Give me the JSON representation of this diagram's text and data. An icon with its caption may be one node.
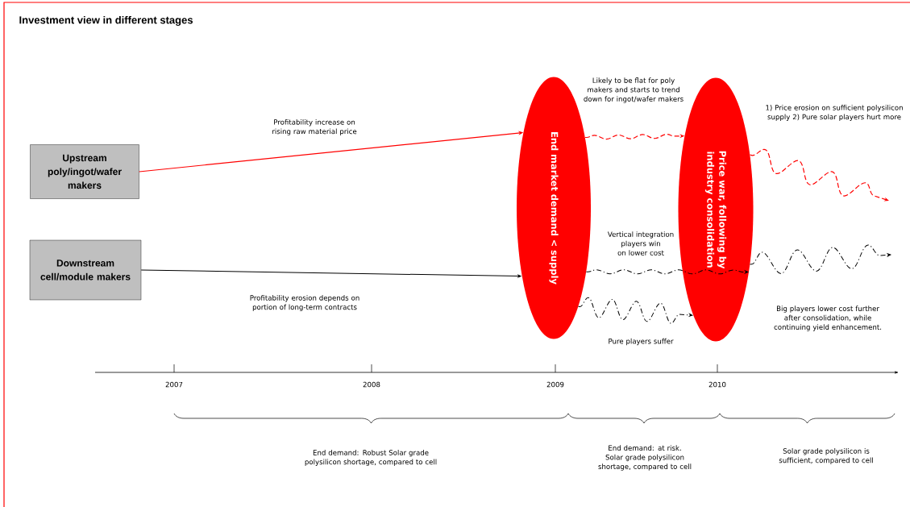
{
  "diagram": {
    "title": "Investment view in different stages",
    "nodes": [
      {
        "text": [
          "Upstream poly/ingot/wafer makers"
        ]
      },
      {
        "text": [
          "Downstream cell/module makers"
        ]
      },
      {
        "text": [
          "End market demand < supply"
        ]
      },
      {
        "text": [
          "Price war, following by industry consolidation"
        ]
      }
    ],
    "edges": [
      {
        "from": 0,
        "to": 2,
        "arrow": "to",
        "label": "Profitability increase on rising raw material price",
        "color": "#ff0000"
      },
      {
        "from": 1,
        "to": 2,
        "arrow": "to",
        "label": "Profitability erosion depends on portion of long-term contracts"
      },
      {
        "from": 2,
        "to": 3,
        "arrow": "to",
        "label": "Likely to be flat for poly makers and starts to trend down for ingot/wafer makers",
        "style": "dashed",
        "color": "#ff0000"
      },
      {
        "from": 2,
        "to": 3,
        "arrow": "to",
        "label": "Vertical integration players win on lower cost",
        "style": "dashed"
      },
      {
        "from": 2,
        "to": 3,
        "arrow": "to",
        "label": "Pure players suffer",
        "style": "dashed"
      },
      {
        "from": 3,
        "to": null,
        "arrow": "to",
        "label": "1) Price erosion on sufficient polysilicon supply 2) Pure solar players hurt more",
        "style": "dashed",
        "color": "#ff0000"
      },
      {
        "from": 3,
        "to": null,
        "arrow": "to",
        "label": "Big players lower cost further after consolidation, while continuing yield enhancement.",
        "style": "dashed"
      }
    ],
    "labels": [
      "2007",
      "2008",
      "2009",
      "2010",
      "End demand: Robust Solar grade polysilicon shortage, compared to cell",
      "End demand: at risk. Solar grade polysilicon shortage, compared to cell",
      "Solar grade polysilicon is sufficient, compared to cell"
    ]
  }
}
